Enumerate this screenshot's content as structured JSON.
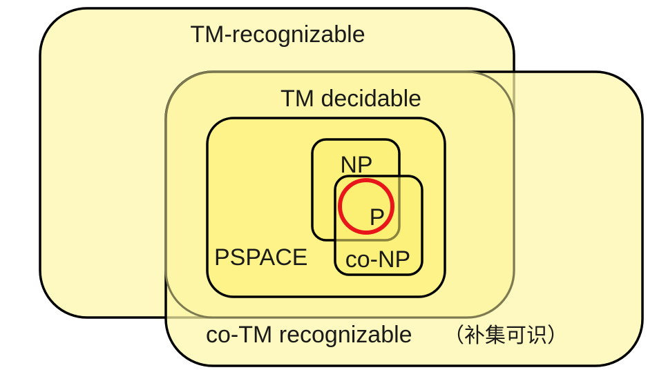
{
  "diagram": {
    "labels": {
      "tm_recognizable": "TM-recognizable",
      "tm_decidable": "TM decidable",
      "np": "NP",
      "p": "P",
      "pspace": "PSPACE",
      "co_np": "co-NP",
      "co_tm_recognizable": "co-TM recognizable",
      "co_tm_recognizable_note": "（补集可识）"
    },
    "colors": {
      "region_fill": "#fdf7a8",
      "region_stroke": "#000000",
      "p_circle": "#e8151b"
    }
  }
}
